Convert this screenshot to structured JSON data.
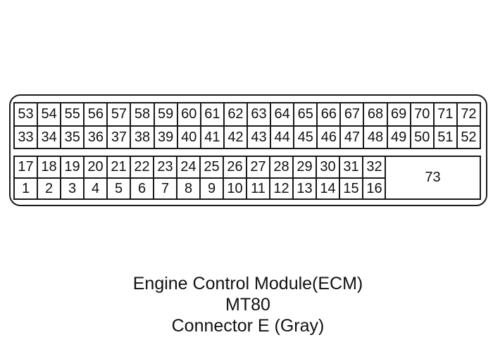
{
  "connector": {
    "top_grid": {
      "rows": [
        [
          "53",
          "54",
          "55",
          "56",
          "57",
          "58",
          "59",
          "60",
          "61",
          "62",
          "63",
          "64",
          "65",
          "66",
          "67",
          "68",
          "69",
          "70",
          "71",
          "72"
        ],
        [
          "33",
          "34",
          "35",
          "36",
          "37",
          "38",
          "39",
          "40",
          "41",
          "42",
          "43",
          "44",
          "45",
          "46",
          "47",
          "48",
          "49",
          "50",
          "51",
          "52"
        ]
      ]
    },
    "bottom_grid": {
      "rows": [
        [
          "17",
          "18",
          "19",
          "20",
          "21",
          "22",
          "23",
          "24",
          "25",
          "26",
          "27",
          "28",
          "29",
          "30",
          "31",
          "32"
        ],
        [
          "1",
          "2",
          "3",
          "4",
          "5",
          "6",
          "7",
          "8",
          "9",
          "10",
          "11",
          "12",
          "13",
          "14",
          "15",
          "16"
        ]
      ]
    },
    "big_pin": "73"
  },
  "caption": {
    "line1": "Engine Control Module(ECM)",
    "line2": "MT80",
    "line3": "Connector E (Gray)"
  },
  "colors": {
    "line": "#1a1a1a",
    "background": "#ffffff",
    "text": "#111111"
  }
}
